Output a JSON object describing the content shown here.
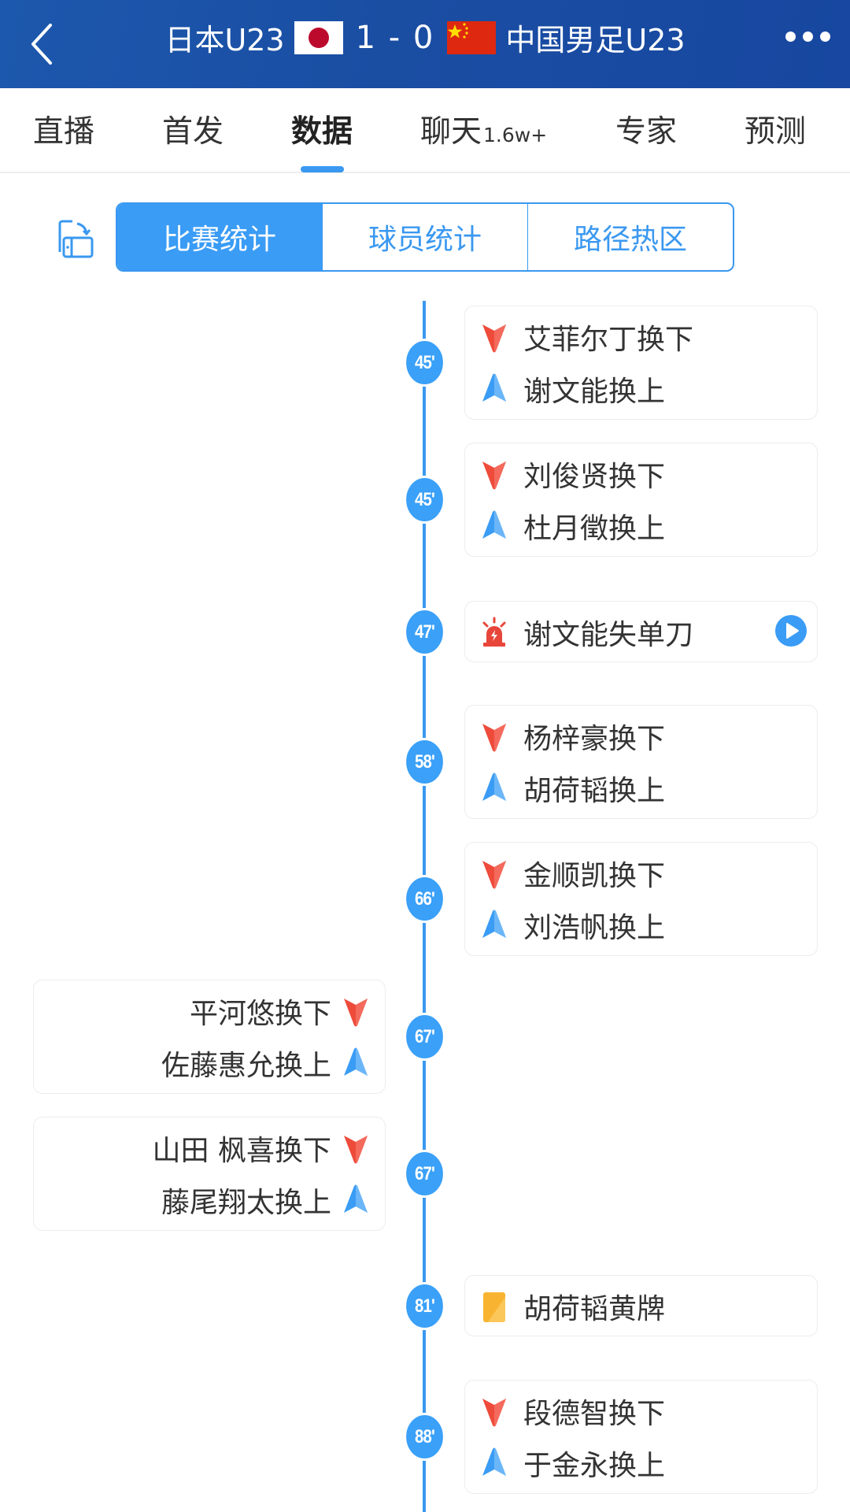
{
  "header": {
    "home_team": "日本U23",
    "score": "1 - 0",
    "away_team": "中国男足U23",
    "home_flag": "japan-flag",
    "away_flag": "china-flag",
    "back_icon": "chevron-left-icon",
    "more_icon": "more-horizontal-icon"
  },
  "tabs": [
    {
      "label": "直播",
      "badge": ""
    },
    {
      "label": "首发",
      "badge": ""
    },
    {
      "label": "数据",
      "badge": "",
      "active": true
    },
    {
      "label": "聊天",
      "badge": "1.6w+"
    },
    {
      "label": "专家",
      "badge": ""
    },
    {
      "label": "预测",
      "badge": ""
    }
  ],
  "segments": [
    {
      "label": "比赛统计",
      "active": true
    },
    {
      "label": "球员统计"
    },
    {
      "label": "路径热区"
    }
  ],
  "colors": {
    "accent": "#3a98f0",
    "header_bg": "#1a4ea3",
    "sub_out": "#ee4b3a",
    "sub_in": "#3a9cf5",
    "yellow_card": "#f8b431",
    "alarm": "#e8463a"
  },
  "events": [
    {
      "minute": "45'",
      "side": "right",
      "rows": [
        {
          "icon": "sub-out-icon",
          "text": "艾菲尔丁换下"
        },
        {
          "icon": "sub-in-icon",
          "text": "谢文能换上"
        }
      ]
    },
    {
      "minute": "45'",
      "side": "right",
      "rows": [
        {
          "icon": "sub-out-icon",
          "text": "刘俊贤换下"
        },
        {
          "icon": "sub-in-icon",
          "text": "杜月徵换上"
        }
      ]
    },
    {
      "minute": "47'",
      "side": "right",
      "rows": [
        {
          "icon": "alarm-icon",
          "text": "谢文能失单刀"
        }
      ],
      "video": true
    },
    {
      "minute": "58'",
      "side": "right",
      "rows": [
        {
          "icon": "sub-out-icon",
          "text": "杨梓豪换下"
        },
        {
          "icon": "sub-in-icon",
          "text": "胡荷韬换上"
        }
      ]
    },
    {
      "minute": "66'",
      "side": "right",
      "rows": [
        {
          "icon": "sub-out-icon",
          "text": "金顺凯换下"
        },
        {
          "icon": "sub-in-icon",
          "text": "刘浩帆换上"
        }
      ]
    },
    {
      "minute": "67'",
      "side": "left",
      "rows": [
        {
          "icon": "sub-out-icon",
          "text": "平河悠换下"
        },
        {
          "icon": "sub-in-icon",
          "text": "佐藤惠允换上"
        }
      ]
    },
    {
      "minute": "67'",
      "side": "left",
      "rows": [
        {
          "icon": "sub-out-icon",
          "text": "山田 枫喜换下"
        },
        {
          "icon": "sub-in-icon",
          "text": "藤尾翔太换上"
        }
      ]
    },
    {
      "minute": "81'",
      "side": "right",
      "rows": [
        {
          "icon": "yellow-card-icon",
          "text": "胡荷韬黄牌"
        }
      ]
    },
    {
      "minute": "88'",
      "side": "right",
      "rows": [
        {
          "icon": "sub-out-icon",
          "text": "段德智换下"
        },
        {
          "icon": "sub-in-icon",
          "text": "于金永换上"
        }
      ]
    }
  ]
}
